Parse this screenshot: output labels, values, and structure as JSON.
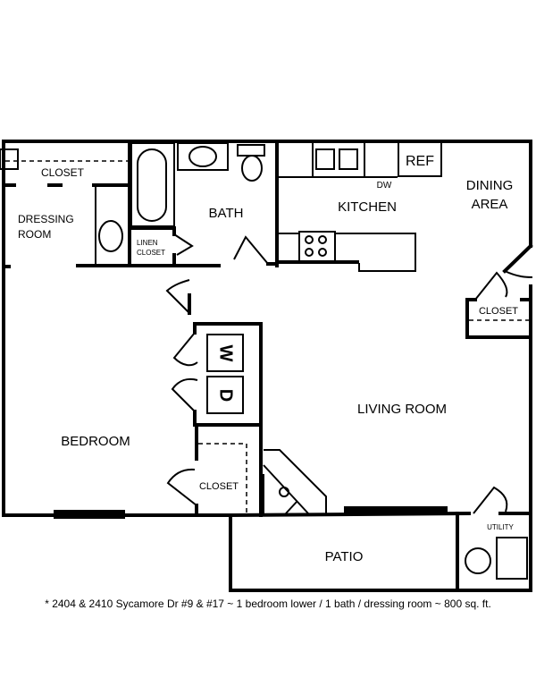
{
  "rooms": {
    "closet_top": "CLOSET",
    "dressing_line1": "DRESSING",
    "dressing_line2": "ROOM",
    "linen_line1": "LINEN",
    "linen_line2": "CLOSET",
    "bath": "BATH",
    "kitchen": "KITCHEN",
    "dw": "DW",
    "ref": "REF",
    "dining_line1": "DINING",
    "dining_line2": "AREA",
    "dining_closet": "CLOSET",
    "washer": "W",
    "dryer": "D",
    "living": "LIVING ROOM",
    "bedroom": "BEDROOM",
    "bedroom_closet": "CLOSET",
    "utility": "UTILITY",
    "patio": "PATIO"
  },
  "caption": "* 2404 & 2410 Sycamore Dr #9 & #17 ~ 1 bedroom lower / 1 bath / dressing room ~ 800 sq. ft."
}
